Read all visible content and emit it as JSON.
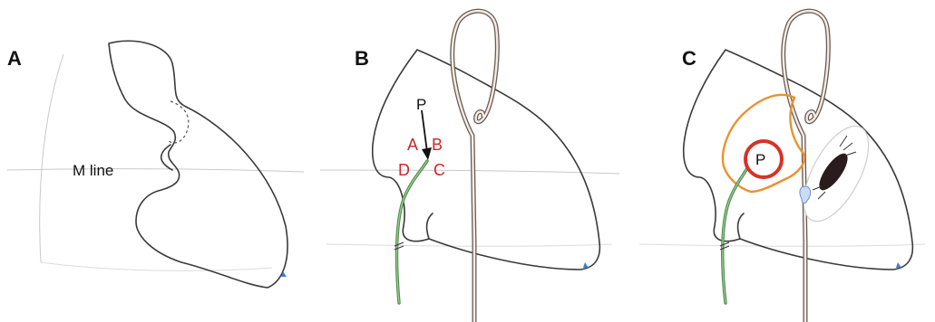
{
  "panels": [
    {
      "label": "A",
      "annotation": "M line"
    },
    {
      "label": "B",
      "point_label": "P",
      "quadrants": [
        "A",
        "B",
        "D",
        "C"
      ]
    },
    {
      "label": "C",
      "point_label": "P"
    }
  ],
  "colors": {
    "outline": "#3a3a3a",
    "quadrant_text": "#c8282a",
    "sheath": "#4f8a4c",
    "target_ring": "#d6332a",
    "region_outline": "#e9922f",
    "catheter": "#6b5a52"
  }
}
